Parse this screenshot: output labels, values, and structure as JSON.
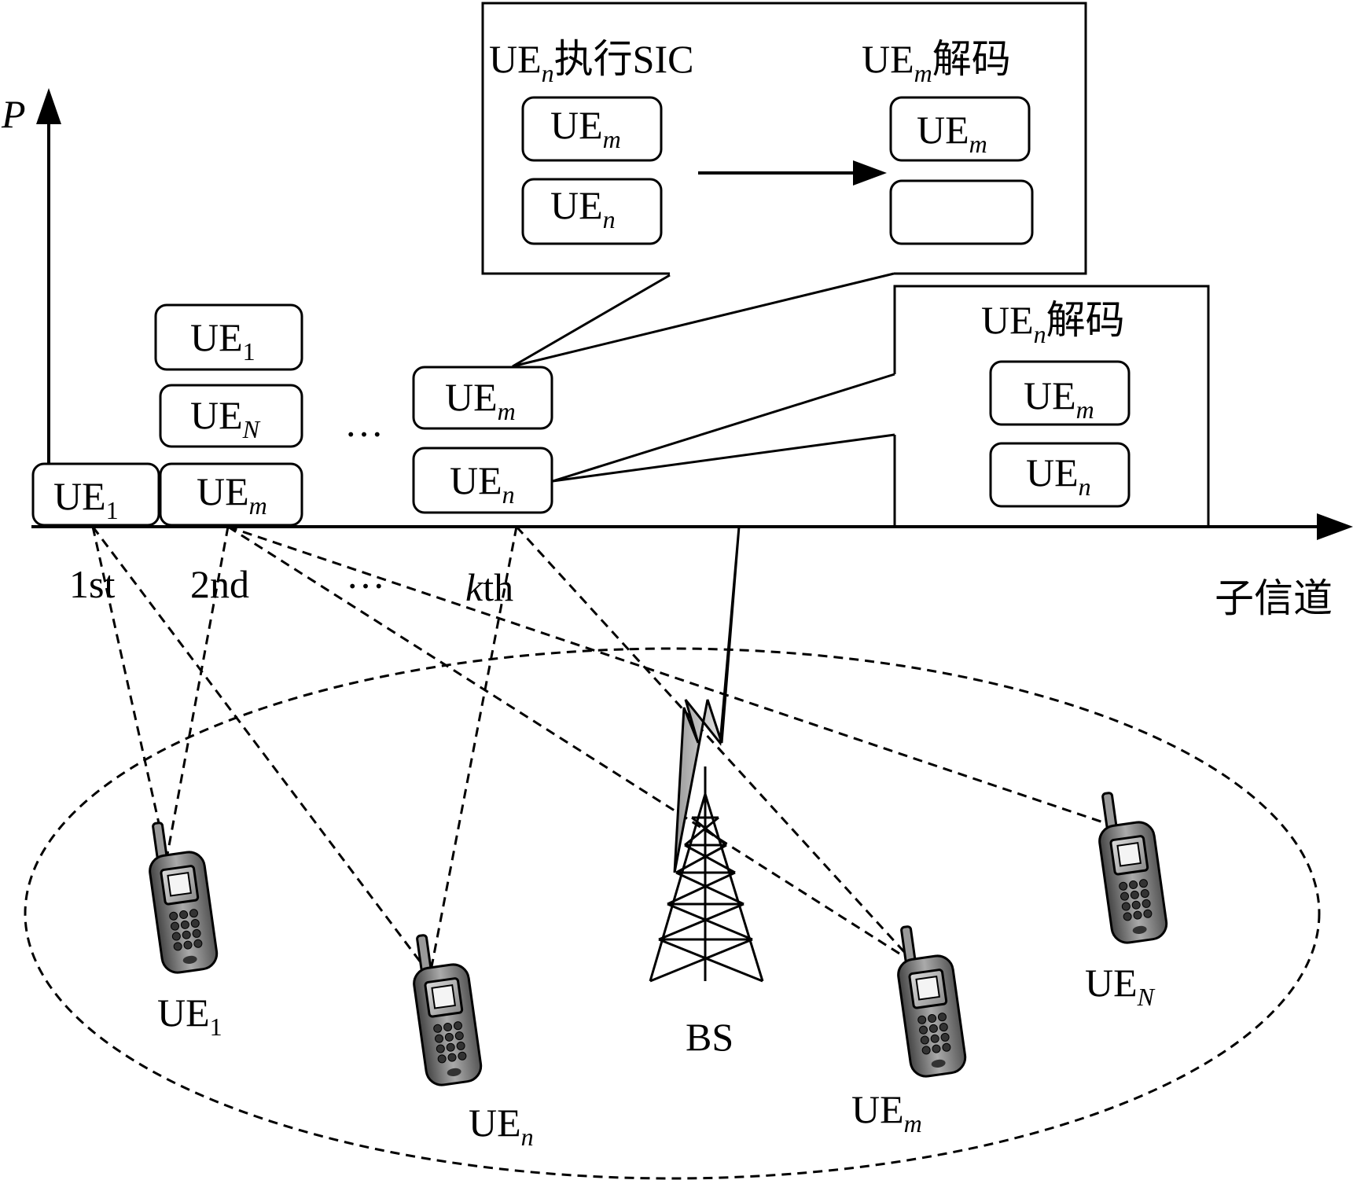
{
  "axes": {
    "y_label": "P",
    "x_label": "子信道"
  },
  "subchannels": [
    "1st",
    "2nd",
    "…",
    "kth"
  ],
  "stacks": {
    "first": [
      {
        "base": "UE",
        "sub": "1",
        "italic": false
      }
    ],
    "second": [
      {
        "base": "UE",
        "sub": "m",
        "italic": true
      },
      {
        "base": "UE",
        "sub": "N",
        "italic": true
      },
      {
        "base": "UE",
        "sub": "1",
        "italic": false
      }
    ],
    "ellipsis": "…",
    "kth": [
      {
        "base": "UE",
        "sub": "n",
        "italic": true
      },
      {
        "base": "UE",
        "sub": "m",
        "italic": true
      }
    ]
  },
  "callout_sic": {
    "left_title": {
      "base": "UE",
      "sub": "n",
      "rest": "执行SIC"
    },
    "right_title": {
      "base": "UE",
      "sub": "m",
      "rest": "解码"
    },
    "left_boxes": [
      {
        "base": "UE",
        "sub": "m"
      },
      {
        "base": "UE",
        "sub": "n"
      }
    ],
    "right_boxes": [
      {
        "base": "UE",
        "sub": "m"
      },
      {
        "base": "",
        "sub": ""
      }
    ]
  },
  "callout_decode": {
    "title": {
      "base": "UE",
      "sub": "n",
      "rest": "解码"
    },
    "boxes": [
      {
        "base": "UE",
        "sub": "m"
      },
      {
        "base": "UE",
        "sub": "n"
      }
    ]
  },
  "devices": [
    {
      "base": "UE",
      "sub": "1",
      "italic": false
    },
    {
      "base": "UE",
      "sub": "n",
      "italic": true
    },
    {
      "base": "UE",
      "sub": "m",
      "italic": true
    },
    {
      "base": "UE",
      "sub": "N",
      "italic": true
    }
  ],
  "base_station": "BS"
}
